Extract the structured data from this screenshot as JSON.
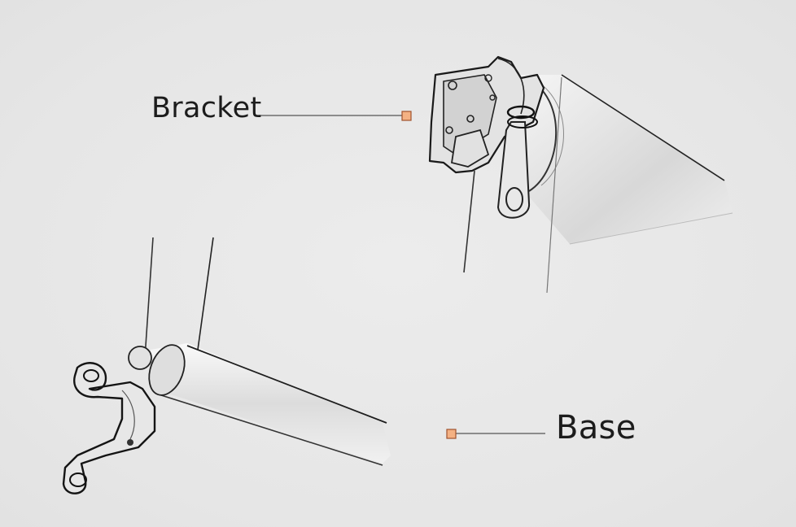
{
  "labels": {
    "bracket": "Bracket",
    "base": "Base"
  },
  "colors": {
    "background": "#e9e9e9",
    "marker_fill": "#f4b183",
    "marker_stroke": "#a0522d",
    "leader_line": "#555555",
    "ink": "#222222"
  },
  "icons": {
    "marker": "square-marker"
  }
}
